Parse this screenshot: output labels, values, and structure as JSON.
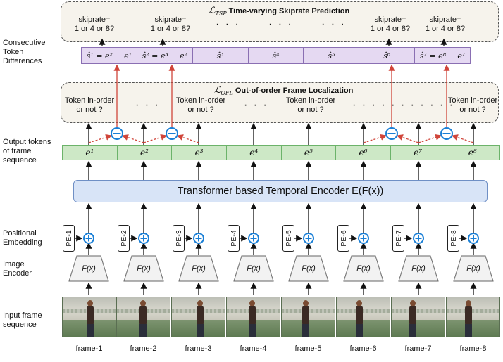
{
  "left_labels": {
    "consecutive": [
      "Consecutive",
      "Token",
      "Differences"
    ],
    "output": [
      "Output tokens",
      "of frame",
      "sequence"
    ],
    "positional": [
      "Positional",
      "Embedding"
    ],
    "image_encoder": [
      "Image",
      "Encoder"
    ],
    "input": [
      "Input frame",
      "sequence"
    ]
  },
  "tsp": {
    "symbol": "ℒ",
    "subscript": "TSP",
    "title": "Time-varying Skiprate Prediction",
    "q_line1": "skiprate=",
    "q_line2": "1 or 4 or 8?",
    "dots": "· · ·"
  },
  "diffs": [
    "ŝ¹ = e² − e¹",
    "ŝ² = e³ − e²",
    "ŝ³",
    "ŝ⁴",
    "ŝ⁵",
    "ŝ⁶",
    "ŝ⁷ = e⁸ − e⁷"
  ],
  "ofl": {
    "symbol": "ℒ",
    "subscript": "OFL",
    "title": "Out-of-order Frame Localization",
    "q_line1": "Token in-order",
    "q_line2": "or not ?",
    "dots_short": "· · ·",
    "dots_long": "· · · · · · · · · · ·"
  },
  "tokens": [
    "e¹",
    "e²",
    "e³",
    "e⁴",
    "e⁵",
    "e⁶",
    "e⁷",
    "e⁸"
  ],
  "encoder": {
    "label": "Transformer based Temporal Encoder E(F(x))"
  },
  "pe": [
    "PE-1",
    "PE-2",
    "PE-3",
    "PE-4",
    "PE-5",
    "PE-6",
    "PE-7",
    "PE-8"
  ],
  "fx": "F(x)",
  "frames": [
    "frame-1",
    "frame-2",
    "frame-3",
    "frame-4",
    "frame-5",
    "frame-6",
    "frame-7",
    "frame-8"
  ],
  "colors": {
    "diff_fill": "#e5d9f2",
    "diff_border": "#8a6fb3",
    "token_fill": "#cde8c6",
    "token_border": "#6cb36a",
    "encoder_fill": "#d8e4f7",
    "encoder_border": "#6f8fc5",
    "red_arrow": "#d0453a",
    "blue_op": "#1a7fd6",
    "panel_fill": "#f6f3ec"
  }
}
